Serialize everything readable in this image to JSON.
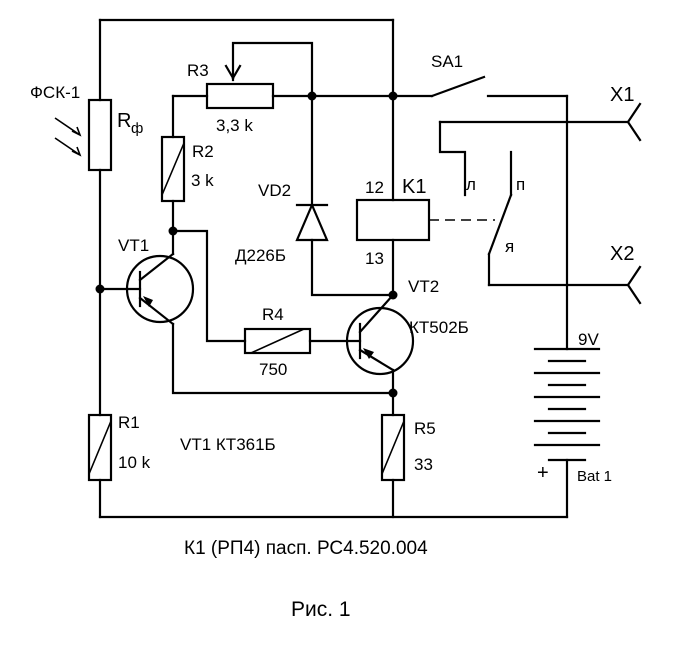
{
  "labels": {
    "fsk": "ФСК-1",
    "r_phi": "R",
    "r_phi_sub": "ф",
    "r3": "R3",
    "r3_val": "3,3 k",
    "r2": "R2",
    "r2_val": "3 k",
    "vd2": "VD2",
    "vd2_type": "Д226Б",
    "k1": "K1",
    "pin12": "12",
    "pin13": "13",
    "sa1": "SA1",
    "x1": "X1",
    "x2": "X2",
    "contact_l": "л",
    "contact_p": "п",
    "contact_ya": "я",
    "vt1": "VT1",
    "vt2": "VT2",
    "vt2_type": "КТ502Б",
    "r4": "R4",
    "r4_val": "750",
    "r1": "R1",
    "r1_val": "10 k",
    "vt1_note": "VT1  КТ361Б",
    "r5": "R5",
    "r5_val": "33",
    "bat_v": "9V",
    "bat_plus": "+",
    "bat": "Bat 1"
  },
  "caption": "К1 (РП4) пасп. РС4.520.004",
  "figure_label": "Рис. 1"
}
